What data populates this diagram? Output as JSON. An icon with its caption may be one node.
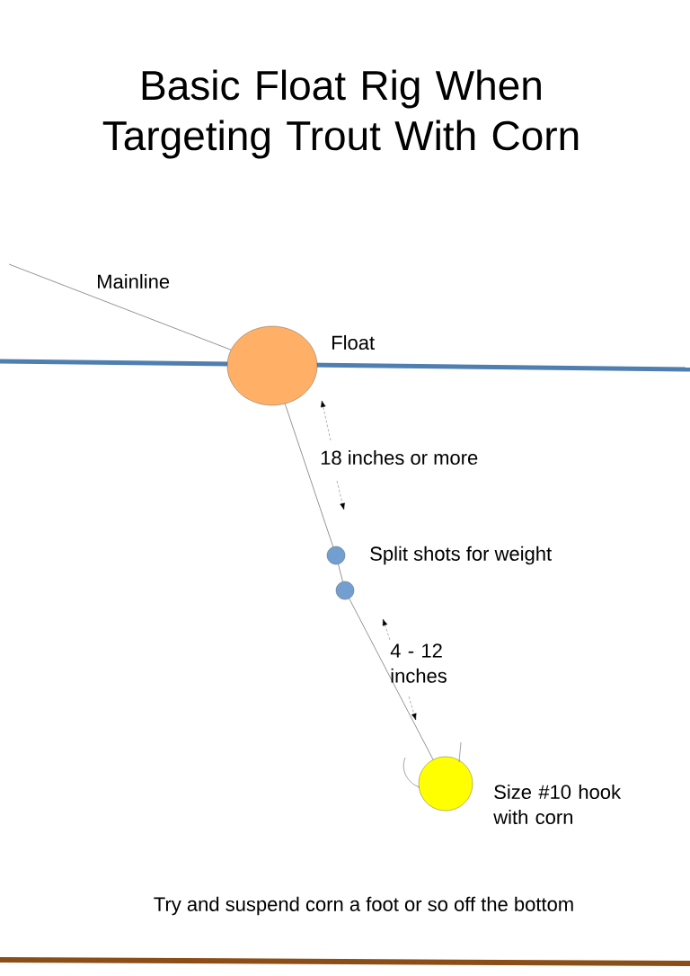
{
  "diagram": {
    "title": "Basic Float Rig When Targeting Trout With Corn",
    "nodes": [
      {
        "text": [],
        "shape": "circle",
        "beside": [
          "Float"
        ]
      },
      {
        "text": [],
        "shape": "circle",
        "beside": [
          "Split shots for weight"
        ]
      },
      {
        "text": [],
        "shape": "circle"
      },
      {
        "text": [],
        "shape": "circle",
        "beside": [
          "Size #10 hook with corn"
        ]
      }
    ],
    "edges": [
      {
        "from": null,
        "to": 0,
        "arrow": "none"
      },
      {
        "from": 0,
        "to": 1,
        "arrow": "none"
      },
      {
        "from": 1,
        "to": 2,
        "arrow": "none"
      },
      {
        "from": 2,
        "to": 3,
        "arrow": "none"
      }
    ],
    "labels": [
      "Mainline",
      "18 inches or more",
      "4 - 12 inches",
      "Try and suspend corn a foot or so off the bottom"
    ]
  }
}
